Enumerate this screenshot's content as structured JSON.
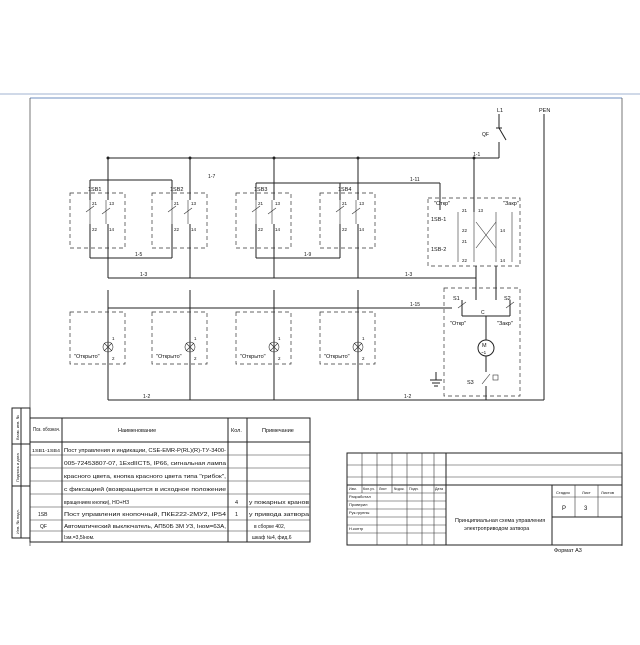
{
  "supply": {
    "L1": "L1",
    "PEN": "PEN",
    "QF": "QF"
  },
  "wires": {
    "w11": "1-1",
    "w17": "1-7",
    "w111": "1-11",
    "w15": "1-5",
    "w19": "1-9",
    "w13a": "1-3",
    "w13b": "1-3",
    "w115": "1-15",
    "w12a": "1-2",
    "w12b": "1-2"
  },
  "posts": [
    {
      "name": "1SB1",
      "lamp_label": "\"Открыто\""
    },
    {
      "name": "1SB2",
      "lamp_label": "\"Открыто\""
    },
    {
      "name": "1SB3",
      "lamp_label": "\"Открыто\""
    },
    {
      "name": "1SB4",
      "lamp_label": "\"Открыто\""
    }
  ],
  "contacts": {
    "c21": "21",
    "c13": "13",
    "c22": "22",
    "c14": "14",
    "lamp1": "1",
    "lamp2": "2"
  },
  "station": {
    "open": "\"Откр\"",
    "close": "\"Закр\"",
    "sb1": "1SB-1",
    "sb2": "1SB-2",
    "s1": "S1",
    "s2": "S2",
    "s1_label": "\"Откр\"",
    "s2_label": "\"Закр\"",
    "c": "C",
    "motor": "M",
    "motor_sub": "~1",
    "s3": "S3"
  },
  "spec": {
    "headers": [
      "Поз. обознач.",
      "Наименование",
      "Кол.",
      "Примечание"
    ],
    "rows": [
      {
        "pos": "1SB1-1SB4",
        "name": "Пост управления и индикации, CSE-EMR-P(RL)(R)-ТУ-3400-",
        "qty": "",
        "note": ""
      },
      {
        "pos": "",
        "name": "005-72453807-07,  1ExdIICT5, IP66, сигнальная лампа",
        "qty": "",
        "note": ""
      },
      {
        "pos": "",
        "name": "красного цвета, кнопка  красного цвета типа \"грибок\",",
        "qty": "",
        "note": ""
      },
      {
        "pos": "",
        "name": "с фиксацией (возвращается  в исходное положение",
        "qty": "",
        "note": ""
      },
      {
        "pos": "",
        "name": "вращением кнопки), НО+НЗ",
        "qty": "4",
        "note": "у пожарных кранов"
      },
      {
        "pos": "1SB",
        "name": "Пост управления кнопочный, ПКЕ222-2МУ2, IP54",
        "qty": "1",
        "note": "у привода затвора"
      },
      {
        "pos": "QF",
        "name": "Автоматический выключатель, АП50Б 3М УЗ, Iном=63А,",
        "qty": "",
        "note": "в сборке  402,"
      },
      {
        "pos": "",
        "name": "Iэм.=3,5Iном.",
        "qty": "",
        "note": "шкаф №4, фид.6"
      }
    ]
  },
  "left_strip": [
    "Взам. инв. №",
    "Подпись и дата",
    "Инв. № подл."
  ],
  "title_block": {
    "cols": [
      "Изм.",
      "Кол.уч.",
      "Лист",
      "№док.",
      "Подп.",
      "Дата"
    ],
    "roles": [
      "Разработал",
      "Проверил",
      "Рук.группы",
      "",
      "Н.контр"
    ],
    "title": "Принципиальная схема управления электроприводом затвора",
    "stage_h": "Стадия",
    "sheet_h": "Лист",
    "sheets_h": "Листов",
    "stage": "Р",
    "sheet": "3",
    "sheets": "",
    "format": "Формат А3"
  },
  "colors": {
    "line": "#222222",
    "frame": "#6f8fc2"
  }
}
